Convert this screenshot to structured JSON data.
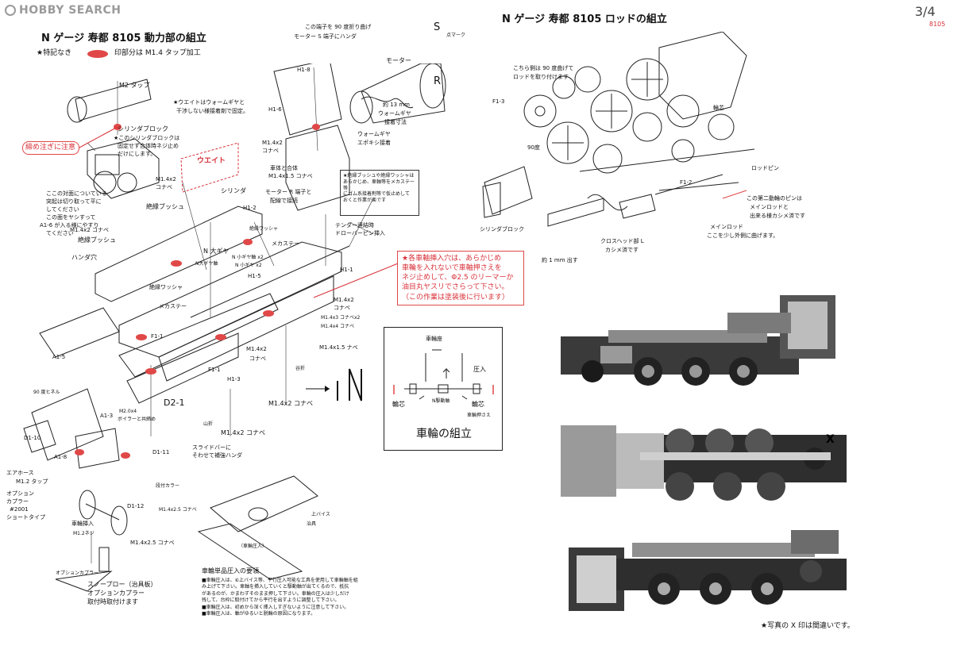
{
  "site_logo": "HOBBY SEARCH",
  "page": {
    "number": "3/4",
    "code": "8105"
  },
  "left": {
    "title": "N ゲージ 寿都 8105 動力部の組立",
    "legend": {
      "star": "★特記なき",
      "marked": "印部分は M1.4 タップ加工"
    },
    "labels": [
      "M2 タップ",
      "締め注ぎに注意",
      "シリンダブロック",
      "★このシリンダブロックは",
      "固定せず合体時ネジ止め",
      "だけにします。",
      "★ウエイトはウォームギヤと",
      "干渉しない様接着剤で固定。",
      "ウエイト",
      "M1.4x2",
      "コナベ",
      "シリンダ",
      "ここの対面についている",
      "突起は切り取って平に",
      "してください",
      "この面をヤシすって",
      "A1-6 が入る様にやすり",
      "てください",
      "M1.4x2 コナベ",
      "絶縁ブッシュ",
      "絶縁ブッシュ",
      "ハンダ穴",
      "N 大ギヤ",
      "N大ギヤ軸",
      "N 小ギヤ軸 x2",
      "N 小ギヤ x2",
      "H1-5",
      "絶縁ワッシャ",
      "メカステー",
      "H1-2",
      "絶縁ワッシャ",
      "メカステー",
      "この端子を 90 度折り曲げ",
      "モーター S 端子にハンダ",
      "H1-8",
      "モーター",
      "S",
      "R",
      "点マーク",
      "約 13 mm",
      "ウォームギヤ",
      "接着寸法",
      "ウォームギヤ",
      "エポキシ接着",
      "H1-6",
      "M1.4x2",
      "コナベ",
      "車体と合体",
      "M1.4x1.5 コナベ",
      "モーター R 端子と",
      "配線で接続",
      "テンダー連結時",
      "ドローバーピン挿入",
      "H1-1",
      "M1.4x2",
      "コナベ",
      "M1.4x3 コナベx2",
      "M1.4x4 コナベ",
      "M1.4x1.5 ナベ",
      "M1.4x2",
      "コナベ",
      "F1-1",
      "F1-1",
      "H1-3",
      "M1.4x2 コナベ",
      "A1-5",
      "90 度ヒネル",
      "D1-10",
      "A1-3",
      "M2.0x4",
      "ボイラーと共締め",
      "D2-1",
      "山折",
      "谷折",
      "M1.4x2 コナベ",
      "スライドバーに",
      "そわせて補強ハンダ",
      "エアホース",
      "M1.2 タップ",
      "A1-8",
      "D1-11",
      "オプション",
      "カプラー",
      "#2001",
      "ショートタイプ",
      "車輪挿入",
      "M1.2ネジ",
      "段付カラー",
      "D1-12",
      "M1.4x2.5 コナベ",
      "M1.4x2.5 コナベ",
      "オプションカプラー",
      "スノープロー（治具板）",
      "オプションカプラー",
      "取付時取付けます",
      "（車輪圧入）",
      "上バイス",
      "治具"
    ],
    "note_box": [
      "★絶縁ブッシュや絶縁ワッシャは",
      "あらかじめ、車軸等をメカステー等",
      "にゴム系接着剤等で仮止めして",
      "おくと作業が楽です"
    ],
    "red_note": [
      "★各車軸挿入穴は、あらかじめ",
      "車輪を入れないで車軸押さえを",
      "ネジ止めして、Φ2.5 のリーマーか",
      "油目丸ヤスリでさらって下さい。",
      "（この作業は塗装後に行います）"
    ],
    "wheel_box": {
      "title": "車輪の組立",
      "labels": [
        "車輪座",
        "圧入",
        "輪芯",
        "N駆動軸",
        "輪芯",
        "車輪押さえ"
      ]
    },
    "press_fit_notes": {
      "title": "車輪単品圧入の要領",
      "lines": [
        "■車輪圧入は、⑥上バイス等、平行圧入可能な工具を使用して車輪軸を組",
        "み上げて下さい。車軸を挿入していくと駆動軸が出てくるので、抵抗",
        "があるのが、かまわずそのまま押して下さい。車輪の圧入は少しだけ",
        "残して、台枠に取付けてから平行を出すように調整して下さい。",
        "■車輪圧入は、初めから深く挿入しすぎないように注意して下さい。",
        "■車輪圧入は、軸がゆるいと脱輪の原因になります。"
      ]
    }
  },
  "right": {
    "title": "N ゲージ 寿都 8105 ロッドの組立",
    "labels": [
      "こちら側は 90 度曲げて",
      "ロッドを取り付けます",
      "F1-3",
      "90度",
      "輪芯",
      "ロッドピン",
      "F1-2",
      "この第二動輪のピンは",
      "メインロッドと",
      "出来る様カシメ済です",
      "メインロッド",
      "ここを少し外側に曲げます。",
      "シリンダブロック",
      "クロスヘッド部 L",
      "カシメ済です",
      "約 1 mm 出す"
    ],
    "photo_note": "★写真の X 印は間違いです。",
    "photo_x_mark": "X"
  },
  "colors": {
    "red": "#d8323a",
    "ink": "#111111",
    "logo_grey": "#9a9a9a"
  }
}
